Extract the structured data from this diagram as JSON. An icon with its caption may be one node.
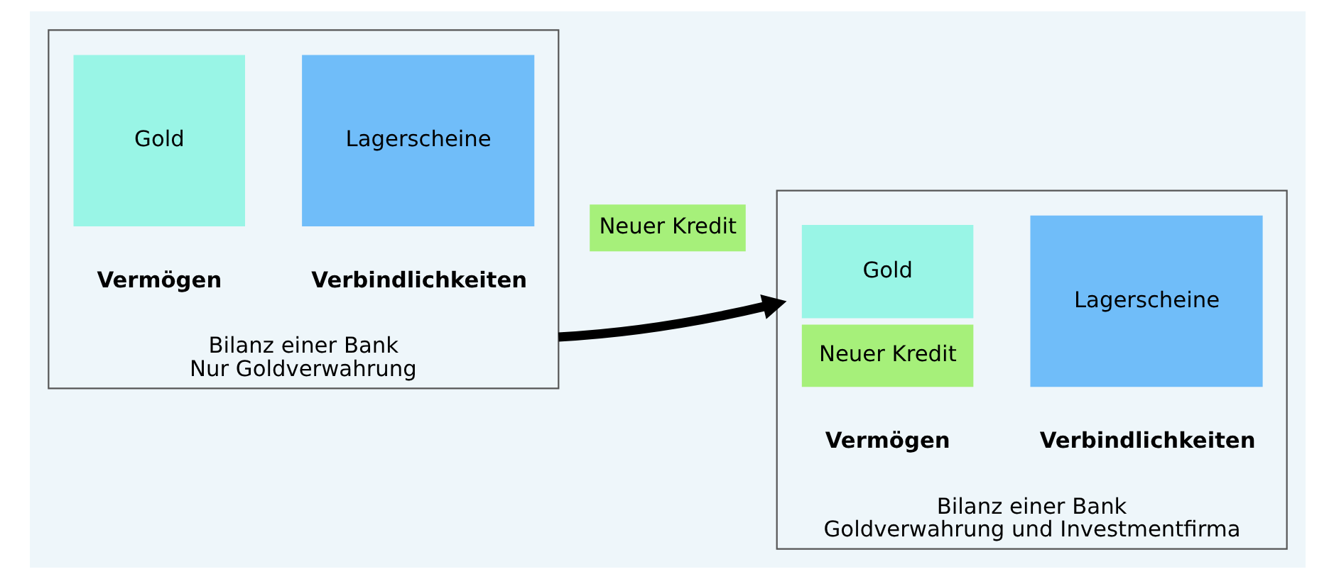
{
  "diagram": {
    "nodes": [
      {
        "text": [
          "Bilanz einer Bank",
          "Nur Goldverwahrung"
        ]
      },
      {
        "text": [
          "Gold"
        ],
        "in": 0,
        "beside": [
          "Vermögen"
        ]
      },
      {
        "text": [
          "Lagerscheine"
        ],
        "in": 0,
        "beside": [
          "Verbindlichkeiten"
        ]
      },
      {
        "text": [
          "Neuer Kredit"
        ]
      },
      {
        "text": [
          "Bilanz einer Bank",
          "Goldverwahrung und Investmentfirma"
        ]
      },
      {
        "text": [
          "Gold"
        ],
        "in": 4
      },
      {
        "text": [
          "Neuer Kredit"
        ],
        "in": 4,
        "beside": [
          "Vermögen"
        ]
      },
      {
        "text": [
          "Lagerscheine"
        ],
        "in": 4,
        "beside": [
          "Verbindlichkeiten"
        ]
      }
    ],
    "edges": [
      {
        "from": 0,
        "to": 4,
        "arrow": "to"
      }
    ]
  }
}
